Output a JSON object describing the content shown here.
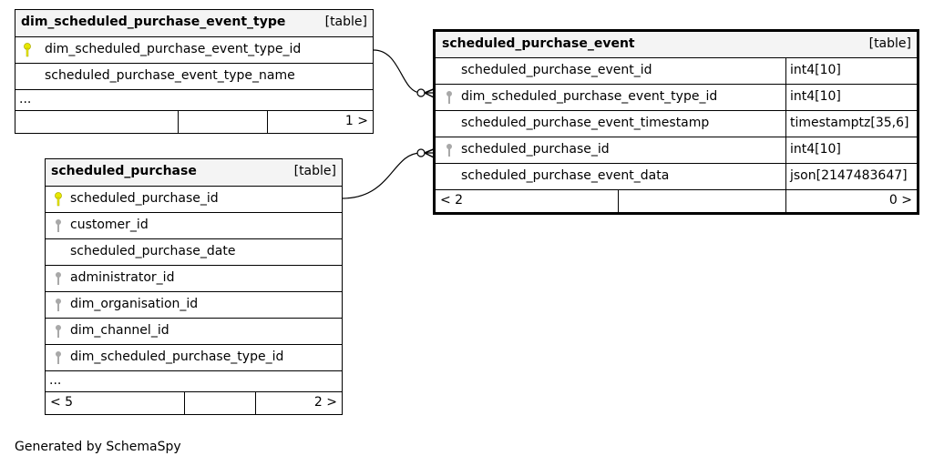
{
  "colors": {
    "primary_key": "#e8e800",
    "foreign_key": "#a8a8a8"
  },
  "tables": {
    "event_type": {
      "name": "dim_scheduled_purchase_event_type",
      "tag": "[table]",
      "columns": [
        {
          "name": "dim_scheduled_purchase_event_type_id",
          "key": "primary-key-icon"
        },
        {
          "name": "scheduled_purchase_event_type_name",
          "key": ""
        }
      ],
      "more": "...",
      "parents": "",
      "children": "1 >"
    },
    "purchase": {
      "name": "scheduled_purchase",
      "tag": "[table]",
      "columns": [
        {
          "name": "scheduled_purchase_id",
          "key": "primary-key-icon"
        },
        {
          "name": "customer_id",
          "key": "foreign-key-icon"
        },
        {
          "name": "scheduled_purchase_date",
          "key": ""
        },
        {
          "name": "administrator_id",
          "key": "foreign-key-icon"
        },
        {
          "name": "dim_organisation_id",
          "key": "foreign-key-icon"
        },
        {
          "name": "dim_channel_id",
          "key": "foreign-key-icon"
        },
        {
          "name": "dim_scheduled_purchase_type_id",
          "key": "foreign-key-icon"
        }
      ],
      "more": "...",
      "parents": "< 5",
      "children": "2 >"
    },
    "event": {
      "name": "scheduled_purchase_event",
      "tag": "[table]",
      "columns": [
        {
          "name": "scheduled_purchase_event_id",
          "type": "int4[10]",
          "key": ""
        },
        {
          "name": "dim_scheduled_purchase_event_type_id",
          "type": "int4[10]",
          "key": "foreign-key-icon"
        },
        {
          "name": "scheduled_purchase_event_timestamp",
          "type": "timestamptz[35,6]",
          "key": ""
        },
        {
          "name": "scheduled_purchase_id",
          "type": "int4[10]",
          "key": "foreign-key-icon"
        },
        {
          "name": "scheduled_purchase_event_data",
          "type": "json[2147483647]",
          "key": ""
        }
      ],
      "parents": "< 2",
      "children": "0 >"
    }
  },
  "footer": "Generated by SchemaSpy"
}
